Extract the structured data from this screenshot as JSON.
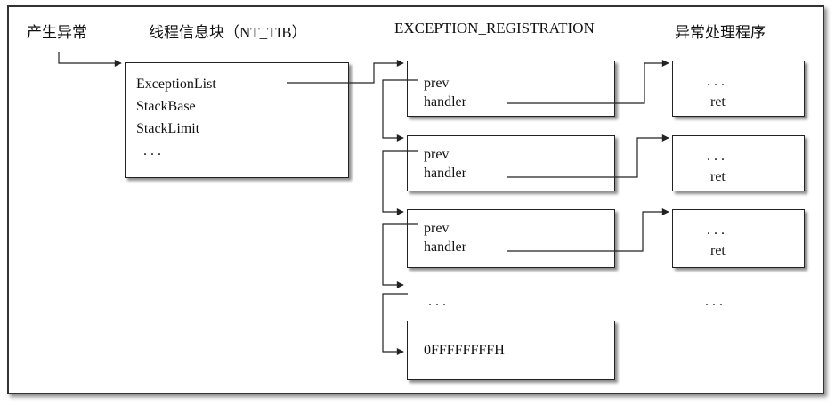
{
  "headings": {
    "raise_exception": "产生异常",
    "tib": "线程信息块（NT_TIB）",
    "exception_registration": "EXCEPTION_REGISTRATION",
    "handler_program": "异常处理程序"
  },
  "tib_fields": [
    "ExceptionList",
    "StackBase",
    "StackLimit",
    ". . ."
  ],
  "registrations": [
    {
      "prev": "prev",
      "handler": "handler"
    },
    {
      "prev": "prev",
      "handler": "handler"
    },
    {
      "prev": "prev",
      "handler": "handler"
    }
  ],
  "handlers": [
    {
      "dots": ". . .",
      "ret": "ret"
    },
    {
      "dots": ". . .",
      "ret": "ret"
    },
    {
      "dots": ". . .",
      "ret": "ret"
    }
  ],
  "ellipsis_left": ". . .",
  "ellipsis_right": ". . .",
  "terminator": "0FFFFFFFFH"
}
